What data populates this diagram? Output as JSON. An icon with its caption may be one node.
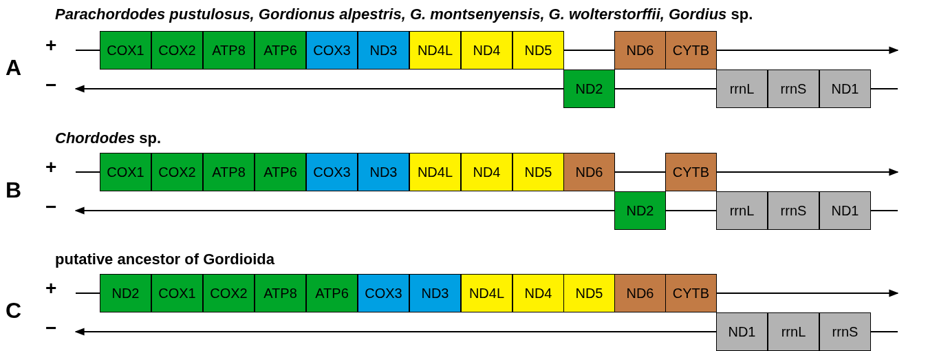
{
  "diagram": {
    "nodes": [
      {
        "text": [
          "COX1"
        ]
      },
      {
        "text": [
          "COX2"
        ]
      },
      {
        "text": [
          "ATP8"
        ]
      },
      {
        "text": [
          "ATP6"
        ]
      },
      {
        "text": [
          "COX3"
        ]
      },
      {
        "text": [
          "ND3"
        ]
      },
      {
        "text": [
          "ND4L"
        ]
      },
      {
        "text": [
          "ND4"
        ]
      },
      {
        "text": [
          "ND5"
        ]
      },
      {
        "text": [
          "ND6"
        ]
      },
      {
        "text": [
          "CYTB"
        ]
      },
      {
        "text": [
          "ND2"
        ]
      },
      {
        "text": [
          "rrnL"
        ]
      },
      {
        "text": [
          "rrnS"
        ]
      },
      {
        "text": [
          "ND1"
        ]
      },
      {
        "text": [
          "COX1"
        ]
      },
      {
        "text": [
          "COX2"
        ]
      },
      {
        "text": [
          "ATP8"
        ]
      },
      {
        "text": [
          "ATP6"
        ]
      },
      {
        "text": [
          "COX3"
        ]
      },
      {
        "text": [
          "ND3"
        ]
      },
      {
        "text": [
          "ND4L"
        ]
      },
      {
        "text": [
          "ND4"
        ]
      },
      {
        "text": [
          "ND5"
        ]
      },
      {
        "text": [
          "ND6"
        ]
      },
      {
        "text": [
          "CYTB"
        ]
      },
      {
        "text": [
          "ND2"
        ]
      },
      {
        "text": [
          "rrnL"
        ]
      },
      {
        "text": [
          "rrnS"
        ]
      },
      {
        "text": [
          "ND1"
        ]
      },
      {
        "text": [
          "ND2"
        ]
      },
      {
        "text": [
          "COX1"
        ]
      },
      {
        "text": [
          "COX2"
        ]
      },
      {
        "text": [
          "ATP8"
        ]
      },
      {
        "text": [
          "ATP6"
        ]
      },
      {
        "text": [
          "COX3"
        ]
      },
      {
        "text": [
          "ND3"
        ]
      },
      {
        "text": [
          "ND4L"
        ]
      },
      {
        "text": [
          "ND4"
        ]
      },
      {
        "text": [
          "ND5"
        ]
      },
      {
        "text": [
          "ND6"
        ]
      },
      {
        "text": [
          "CYTB"
        ]
      },
      {
        "text": [
          "ND1"
        ]
      },
      {
        "text": [
          "rrnL"
        ]
      },
      {
        "text": [
          "rrnS"
        ]
      }
    ],
    "edges": [],
    "labels": [
      "*Parachordodes pustulosus, Gordionus alpestris, G. montsenyensis, G. wolterstorffii, Gordius* sp.",
      "A",
      "+",
      "−",
      "*Chordodes* sp.",
      "B",
      "+",
      "−",
      "putative ancestor of Gordioida",
      "C",
      "+",
      "−"
    ]
  }
}
